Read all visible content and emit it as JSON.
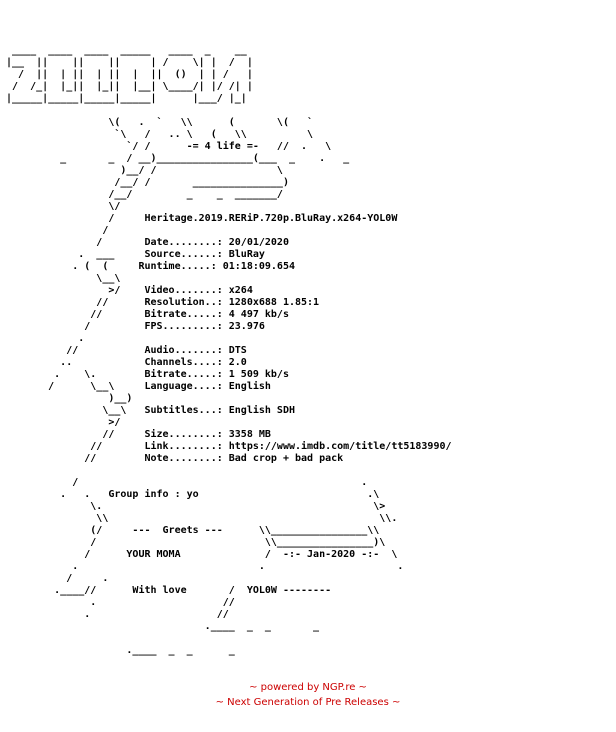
{
  "nfo": {
    "lines": [
      "",
      " ____  ____  ____  _____   ____  _    __",
      "|__  ||    ||    ||     | /    \\| |  /  |",
      "  /  ||  | ||  | ||  |  ||  ()  | | /   |",
      " /  /_|  |_||  |_||  |__| \\____/| |/ /| |",
      "|_____|_____|_____|_____|      |___/ |_|",
      "",
      "                 \\(   .  `   \\\\      (       \\(   `",
      "                  `\\   /   .. \\   (   \\\\          \\",
      "                    `/ /      -= 4 life =-   //  .   \\",
      "         _       _  / __)________________(___  _    .   _",
      "                   )__/ /                    \\",
      "                  /__/ /       _______________)",
      "                 /__/         _    _  _______/",
      "                 \\/",
      "                 /     Heritage.2019.RERiP.720p.BluRay.x264-YOL0W",
      "                /",
      "               /       Date........: 20/01/2020",
      "            .  ___     Source......: BluRay",
      "           . (  (     Runtime.....: 01:18:09.654",
      "               \\__\\",
      "                 >/    Video.......: x264",
      "               //      Resolution..: 1280x688 1.85:1",
      "              //       Bitrate.....: 4 497 kb/s",
      "             /         FPS.........: 23.976",
      "            .",
      "          //           Audio.......: DTS",
      "         ..            Channels....: 2.0",
      "        .    \\.        Bitrate.....: 1 509 kb/s",
      "       /      \\__\\     Language....: English",
      "                 )__)",
      "                \\__\\   Subtitles...: English SDH",
      "                 >/",
      "                //     Size........: 3358 MB",
      "              //       Link........: https://www.imdb.com/title/tt5183990/",
      "             //        Note........: Bad crop + bad pack",
      "",
      "           /                                               .",
      "         .   .   Group info : yo                            .\\",
      "              \\.                                             \\>",
      "               \\\\                                             \\\\.",
      "              (/     ---  Greets ---      \\\\________________\\\\",
      "              /                            \\\\________________)\\",
      "             /      YOUR MOMA              /  -:- Jan-2020 -:-  \\",
      "           .                              .                      .",
      "          /     .",
      "        .____//      With love       /  YOL0W --------",
      "              .                     //",
      "             .                     //",
      "                                 .____  _  _       _",
      "",
      "                    .____  _  _      _"
    ]
  },
  "footer": {
    "line1": "~ powered by NGP.re ~",
    "line2": "~ Next Generation of Pre Releases ~"
  },
  "colors": {
    "text": "#000000",
    "footer": "#cc0000",
    "background": "#ffffff"
  }
}
